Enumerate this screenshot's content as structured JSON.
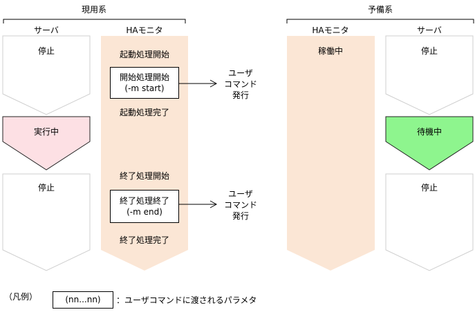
{
  "active_system": {
    "title": "現用系",
    "server_header": "サーバ",
    "monitor_header": "HAモニタ",
    "server_states": [
      "停止",
      "実行中",
      "停止"
    ],
    "monitor_steps": {
      "start_begin": "起動処理開始",
      "start_cmd_line1": "開始処理開始",
      "start_cmd_line2": "(-m start)",
      "start_end": "起動処理完了",
      "stop_begin": "終了処理開始",
      "stop_cmd_line1": "終了処理終了",
      "stop_cmd_line2": "(-m end)",
      "stop_end": "終了処理完了"
    }
  },
  "standby_system": {
    "title": "予備系",
    "monitor_header": "HAモニタ",
    "server_header": "サーバ",
    "monitor_state": "稼働中",
    "server_states": [
      "停止",
      "待機中",
      "停止"
    ]
  },
  "user_command": {
    "line1": "ユーザ",
    "line2": "コマンド",
    "line3": "発行"
  },
  "legend": {
    "title": "（凡例）",
    "box_text": "(nn...nn)",
    "description": "：ユーザコマンドに渡されるパラメタ"
  },
  "colors": {
    "monitor_fill": "#fbe6d5",
    "running_fill": "#fde0e4",
    "standby_fill": "#8ef58e"
  }
}
